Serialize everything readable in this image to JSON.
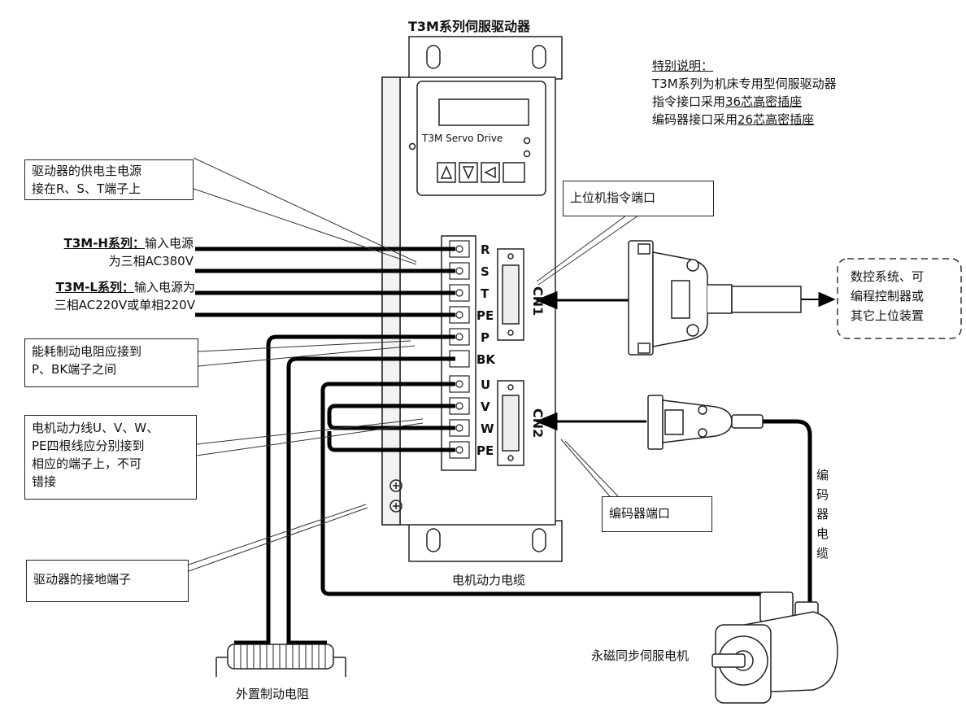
{
  "title": "T3M系列伺服驱动器",
  "note": {
    "heading": "特别说明：",
    "line1": "T3M系列为机床专用型伺服驱动器",
    "line2_prefix": "指令接口采用",
    "line2_link": "36芯高密插座",
    "line3_prefix": "编码器接口采用",
    "line3_link": "26芯高密插座"
  },
  "drive": {
    "brand": "T3M Servo Drive",
    "terminals_top": [
      "R",
      "S",
      "T",
      "PE",
      "P",
      "BK"
    ],
    "terminals_bottom": [
      "U",
      "V",
      "W",
      "PE"
    ],
    "cn1": "CN1",
    "cn2": "CN2"
  },
  "callouts": {
    "power": "驱动器的供电主电源接在R、S、T端子上",
    "power_l1": "驱动器的供电主电源",
    "power_l2": "接在R、S、T端子上",
    "h_series_title": "T3M-H系列：",
    "h_series_text1": "输入电源",
    "h_series_text2": "为三相AC380V",
    "l_series_title": "T3M-L系列：",
    "l_series_text1": "输入电源为",
    "l_series_text2": "三相AC220V或单相220V",
    "brake_l1": "能耗制动电阻应接到",
    "brake_l2": "P、BK端子之间",
    "motor_l1": "电机动力线U、V、W、",
    "motor_l2": "PE四根线应分别接到",
    "motor_l3": "相应的端子上，不可",
    "motor_l4": "错接",
    "ground": "驱动器的接地端子",
    "host_port": "上位机指令端口",
    "encoder_port": "编码器端口",
    "host_device_l1": "数控系统、可",
    "host_device_l2": "编程控制器或",
    "host_device_l3": "其它上位装置",
    "encoder_cable": "编码器电缆",
    "motor_power_cable": "电机动力电缆",
    "motor": "永磁同步伺服电机",
    "brake_resistor": "外置制动电阻"
  }
}
